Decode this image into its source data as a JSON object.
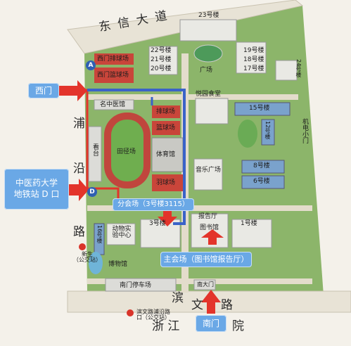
{
  "roads": {
    "north": "东信大道",
    "west": [
      "浦",
      "沿",
      "路"
    ],
    "south_bin": "滨",
    "south_wen": "文",
    "south_lu": "路",
    "south_zhejiang": "浙 江",
    "south_yuan": "院",
    "east_gate": "机电小门"
  },
  "buildings": {
    "b23": "23号楼",
    "b22": "22号楼",
    "b21": "21号楼",
    "b20": "20号楼",
    "b19": "19号楼",
    "b18": "18号楼",
    "b17": "17号楼",
    "b24": "24号楼",
    "b15": "15号楼",
    "b12": "12号楼",
    "b8": "8号楼",
    "b6": "6号楼",
    "b16": "16号楼",
    "b3": "3号楼",
    "b1": "1号楼",
    "square": "广场",
    "canteen": "悦园食堂",
    "music_square": "音乐广场",
    "library": "图书馆",
    "report_hall": "报告厅",
    "gym": "体育馆",
    "field": "田径场",
    "stand": "看台",
    "volleyball": "排球场",
    "basketball": "篮球场",
    "badminton": "羽球场",
    "west_volleyball": "西门排球场",
    "west_basketball": "西门篮球场",
    "zhongtu": "名中医馆",
    "animal": "动物实验中心",
    "museum": "博物馆",
    "parking": "南门停车场",
    "south_gate_label": "南大门"
  },
  "callouts": {
    "west_gate": "西门",
    "metro": "中医药大学\n地铁站 D 口",
    "branch_venue": "分会场（3号楼3115）",
    "main_venue": "主会场（图书馆报告厅）",
    "south_gate": "南门"
  },
  "markers": {
    "subway_a": "A",
    "subway_d": "D",
    "bus_xinsheng": "新生\n（公交站）",
    "bus_binwen": "滨文路浦沿路\n口（公交站）"
  },
  "colors": {
    "grass": "#8cb56a",
    "road": "#e8e3d6",
    "route": "#3a63c8",
    "route_red": "#e3342b",
    "callout": "#6aa8e6",
    "court": "#c9453a",
    "track": "#c0463d"
  }
}
